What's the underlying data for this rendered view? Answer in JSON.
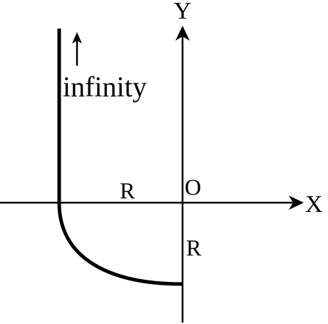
{
  "labels": {
    "y_axis": "Y",
    "x_axis": "X",
    "origin": "O",
    "radius_horizontal": "R",
    "radius_vertical": "R",
    "infinity": "infinity"
  },
  "colors": {
    "ink": "#000000",
    "background": "#ffffff"
  }
}
